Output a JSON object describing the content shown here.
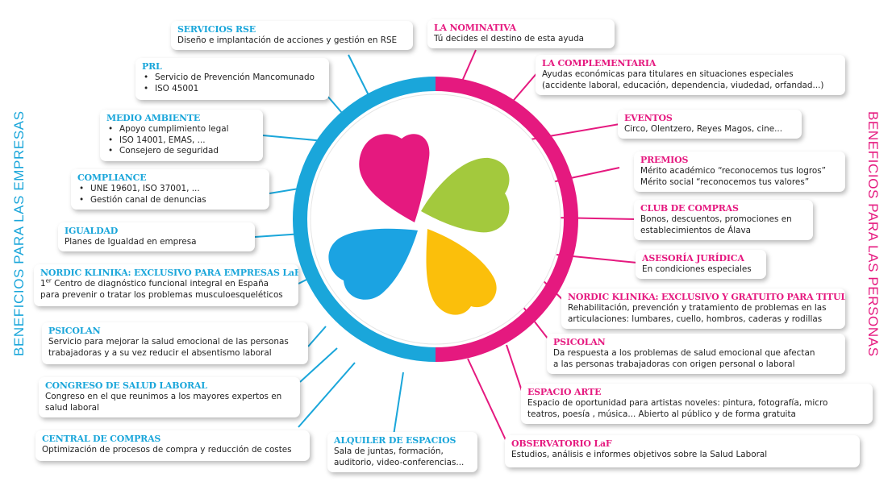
{
  "side_labels": {
    "left": "BENEFICIOS PARA LAS EMPRESAS",
    "right": "BENEFICIOS PARA LAS PERSONAS"
  },
  "colors": {
    "companies_blue": "#1aa6da",
    "persons_pink": "#e5197f",
    "petal_green": "#a3c93d",
    "petal_yellow": "#fbbf0b"
  },
  "empresas": [
    {
      "title": "SERVICIOS RSE",
      "lines": [
        "Diseño e implantación de acciones y gestión en RSE"
      ]
    },
    {
      "title": "PRL",
      "bullets": [
        "Servicio de Prevención Mancomunado",
        "ISO 45001"
      ]
    },
    {
      "title": "MEDIO AMBIENTE",
      "bullets": [
        "Apoyo cumplimiento legal",
        "ISO 14001, EMAS, ...",
        "Consejero de seguridad"
      ]
    },
    {
      "title": "COMPLIANCE",
      "bullets": [
        "UNE 19601, ISO 37001, ...",
        "Gestión canal de denuncias"
      ]
    },
    {
      "title": "IGUALDAD",
      "lines": [
        "Planes de Igualdad en empresa"
      ]
    },
    {
      "title": "NORDIC KLINIKA: EXCLUSIVO PARA EMPRESAS LaF",
      "lines": [
        "1er Centro de diagnóstico funcional integral en España",
        "para prevenir o tratar los problemas musculoesqueléticos"
      ]
    },
    {
      "title": "PSICOLAN",
      "lines": [
        "Servicio para mejorar la salud emocional de las personas",
        "trabajadoras y a su vez reducir el absentismo laboral"
      ]
    },
    {
      "title": "CONGRESO DE SALUD LABORAL",
      "lines": [
        "Congreso en el que reunimos a los mayores expertos en",
        "salud laboral"
      ]
    },
    {
      "title": "CENTRAL DE COMPRAS",
      "lines": [
        "Optimización de procesos de compra y reducción de costes"
      ]
    },
    {
      "title": "ALQUILER DE ESPACIOS",
      "lines": [
        "Sala de juntas, formación,",
        "auditorio, video-conferencias..."
      ]
    }
  ],
  "nordic_empresas_line1": {
    "sup_num": "1",
    "sup": "er",
    "rest": " Centro de diagnóstico funcional integral en España"
  },
  "personas": [
    {
      "title": "LA NOMINATIVA",
      "lines": [
        "Tú decides el destino de esta ayuda"
      ]
    },
    {
      "title": "LA COMPLEMENTARIA",
      "lines": [
        "Ayudas económicas para titulares en situaciones especiales",
        "(accidente laboral, educación, dependencia, viudedad, orfandad...)"
      ]
    },
    {
      "title": "EVENTOS",
      "lines": [
        "Circo, Olentzero, Reyes Magos, cine..."
      ]
    },
    {
      "title": "PREMIOS",
      "lines": [
        "Mérito académico “reconocemos tus logros”",
        "Mérito social “reconocemos tus valores”"
      ]
    },
    {
      "title": "CLUB DE COMPRAS",
      "lines": [
        "Bonos, descuentos, promociones en",
        "establecimientos de Álava"
      ]
    },
    {
      "title": "ASESORÍA JURÍDICA",
      "lines": [
        "En condiciones especiales"
      ]
    },
    {
      "title": "NORDIC KLINIKA: EXCLUSIVO Y GRATUITO PARA TITULARES",
      "lines": [
        "Rehabilitación, prevención y tratamiento de problemas en las",
        "articulaciones: lumbares, cuello, hombros, caderas y rodillas"
      ]
    },
    {
      "title": "PSICOLAN",
      "lines": [
        "Da respuesta a los problemas de salud emocional que afectan",
        "a las personas trabajadoras con origen personal o laboral"
      ]
    },
    {
      "title": "ESPACIO ARTE",
      "lines": [
        "Espacio de oportunidad para artistas noveles: pintura, fotografía, micro",
        "teatros, poesía , música... Abierto al público y de forma gratuita"
      ]
    },
    {
      "title": "OBSERVATORIO LaF",
      "lines": [
        "Estudios, análisis e informes objetivos sobre la Salud Laboral"
      ]
    }
  ]
}
